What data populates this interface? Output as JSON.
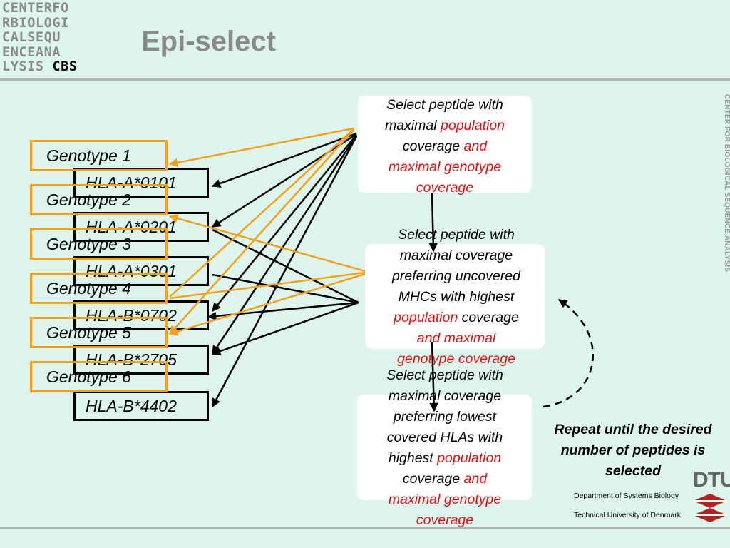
{
  "logo": {
    "rows": [
      "CENTERFO",
      "RBIOLOGI",
      "CALSEQU",
      "ENCEANA",
      "LYSIS "
    ],
    "cbs": "CBS"
  },
  "title": "Epi-select",
  "side_text": "CENTER FOR BIOLOGICAL SEQUENCE ANALYSIS",
  "hla": [
    "HLA-A*0101",
    "HLA-A*0201",
    "HLA-A*0301",
    "HLA-B*0702",
    "HLA-B*2705",
    "HLA-B*4402"
  ],
  "genotypes": [
    "Genotype 1",
    "Genotype 2",
    "Genotype 3",
    "Genotype 4",
    "Genotype 5",
    "Genotype 6"
  ],
  "box1": {
    "l1": "Select peptide with",
    "l2a": "maximal ",
    "l2b": "population",
    "l3a": "coverage ",
    "l3b": "and",
    "l4": "maximal genotype",
    "l5": "coverage"
  },
  "box2": {
    "l1": "Select peptide with",
    "l2": "maximal coverage",
    "l3": "preferring uncovered",
    "l4": "MHCs with highest",
    "l5a": "population",
    "l5b": " coverage",
    "l6": "and maximal",
    "l7": "genotype coverage"
  },
  "box3": {
    "l1": "Select peptide with",
    "l2": "maximal coverage",
    "l3": "preferring lowest",
    "l4": "covered HLAs with",
    "l5a": "highest ",
    "l5b": "population",
    "l6a": "coverage ",
    "l6b": "and",
    "l7": "maximal genotype",
    "l8": "coverage"
  },
  "repeat": {
    "l1": "Repeat until the desired",
    "l2": "number of peptides is",
    "l3": "selected"
  },
  "footer": {
    "dtu": "DTU",
    "dept": "Department of Systems Biology",
    "univ": "Technical University of Denmark"
  },
  "colors": {
    "orange": "#f5a019",
    "red": "#e01010",
    "grey": "#8a8a8a",
    "background": "#ddf5ee",
    "dtu_red": "#b22222"
  }
}
